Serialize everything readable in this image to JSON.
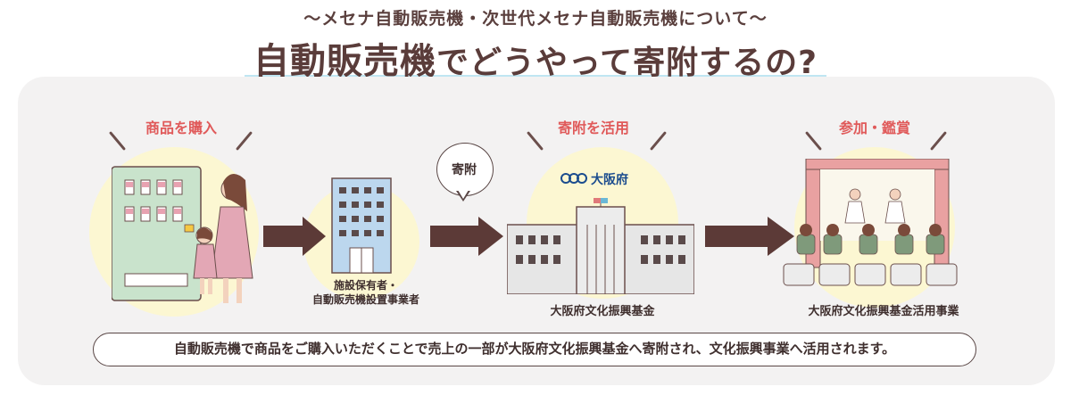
{
  "header": {
    "subtitle": "〜メセナ自動販売機・次世代メセナ自動販売機について〜",
    "title_main": "自動販売機",
    "title_rest": "でどうやって寄附するの?"
  },
  "steps": [
    {
      "heading": "商品を購入",
      "label": ""
    },
    {
      "heading": "",
      "label_line1": "施設保有者・",
      "label_line2": "自動販売機設置事業者"
    },
    {
      "heading": "寄附を活用",
      "label": "大阪府文化振興基金"
    },
    {
      "heading": "参加・鑑賞",
      "label": "大阪府文化振興基金活用事業"
    }
  ],
  "bubble": {
    "text": "寄附"
  },
  "osaka_logo": {
    "text": "大阪府"
  },
  "footer": {
    "text": "自動販売機で商品をご購入いただくことで売上の一部が大阪府文化振興基金へ寄附され、文化振興事業へ活用されます。"
  },
  "colors": {
    "arrow": "#5c3a37",
    "heading": "#e05a5a",
    "circle": "#fcf7d2",
    "panel": "#f3f2f2",
    "vending_machine": "#c9e3cc",
    "building_blue": "#bcd7ee",
    "hall": "#e6e6e6",
    "curtain": "#e9a1a1",
    "audience": "#7f9a7b"
  }
}
